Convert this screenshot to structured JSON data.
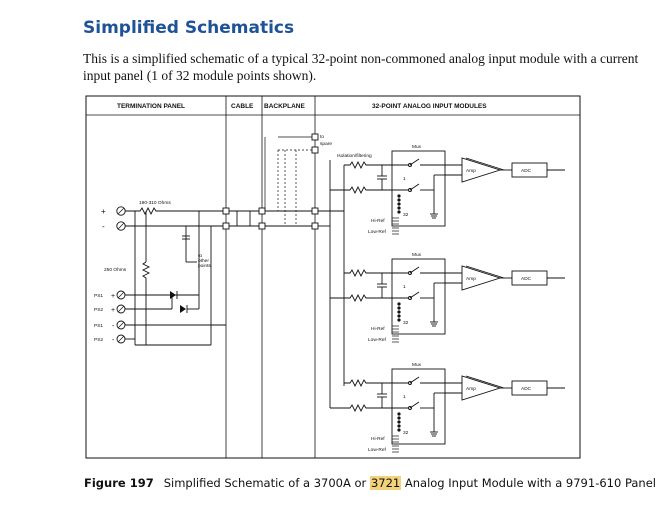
{
  "section_title": "Simplified Schematics",
  "intro_text": "This is a simplified schematic of a typical 32-point non-commoned analog input module with a current input panel (1 of 32 module points shown).",
  "headers": {
    "termination_panel": "TERMINATION PANEL",
    "cable": "CABLE",
    "backplane": "BACKPLANE",
    "modules": "32-POINT ANALOG INPUT MODULES"
  },
  "labels": {
    "plus": "+",
    "minus": "-",
    "resistor_range": "190-310 Ohms",
    "shunt": "250 Ohms",
    "to_other_1": "to",
    "to_other_2": "other",
    "to_other_3": "points",
    "to_spare_1": "to",
    "to_spare_2": "spare",
    "isolation": "Isolation/filtering",
    "ps1_plus": "PS1",
    "ps2_plus": "PS2",
    "ps1_minus": "PS1",
    "ps2_minus": "PS2"
  },
  "channels": [
    {
      "mux": "Mux",
      "amp": "Amp",
      "adc": "ADC",
      "pt_first": "1",
      "pt_last": "32",
      "hi_ref": "Hi-Ref",
      "low_ref": "Low-Ref"
    },
    {
      "mux": "Mux",
      "amp": "Amp",
      "adc": "ADC",
      "pt_first": "1",
      "pt_last": "32",
      "hi_ref": "Hi-Ref",
      "low_ref": "Low-Ref"
    },
    {
      "mux": "Mux",
      "amp": "Amp",
      "adc": "ADC",
      "pt_first": "1",
      "pt_last": "32",
      "hi_ref": "Hi-Ref",
      "low_ref": "Low-Ref"
    }
  ],
  "caption": {
    "figure_label": "Figure 197",
    "text_before": "Simplified Schematic of a 3700A or ",
    "highlight": "3721",
    "text_after": " Analog Input Module with a 9791-610 Panel"
  },
  "colors": {
    "title": "#1f5296",
    "highlight": "#f2d27a"
  }
}
